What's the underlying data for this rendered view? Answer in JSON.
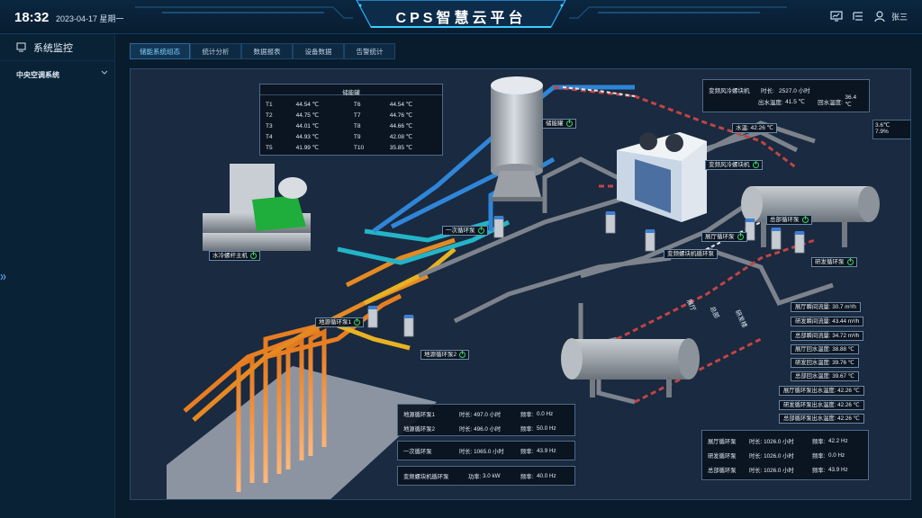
{
  "header": {
    "time": "18:32",
    "date": "2023-04-17 星期一",
    "title": "CPS智慧云平台",
    "user": "张三"
  },
  "sidebar": {
    "title": "系统监控",
    "items": [
      {
        "label": "中央空调系统"
      }
    ]
  },
  "tabs": [
    {
      "label": "储能系统组态",
      "active": true
    },
    {
      "label": "统计分析",
      "active": false
    },
    {
      "label": "数据报表",
      "active": false
    },
    {
      "label": "设备数据",
      "active": false
    },
    {
      "label": "告警统计",
      "active": false
    }
  ],
  "tank_table": {
    "title": "储能罐",
    "rows": [
      {
        "l1": "T1",
        "v1": "44.54 ℃",
        "l2": "T6",
        "v2": "44.54 ℃"
      },
      {
        "l1": "T2",
        "v1": "44.75 ℃",
        "l2": "T7",
        "v2": "44.76 ℃"
      },
      {
        "l1": "T3",
        "v1": "44.01 ℃",
        "l2": "T8",
        "v2": "44.66 ℃"
      },
      {
        "l1": "T4",
        "v1": "44.93 ℃",
        "l2": "T9",
        "v2": "42.08 ℃"
      },
      {
        "l1": "T5",
        "v1": "41.99 ℃",
        "l2": "T10",
        "v2": "35.85 ℃"
      }
    ]
  },
  "vfd_box": {
    "name": "变频风冷螺块机",
    "dur_label": "时长:",
    "dur_value": "2527.0 小时",
    "out_label": "出水温度:",
    "out_value": "41.5 ℃",
    "ret_label": "回水温度:",
    "ret_value": "36.4 ℃"
  },
  "clipped_values": {
    "a": "3.6℃",
    "b": "7.9%"
  },
  "equipment_tags": {
    "storage_tank": "储能罐",
    "water_temp": "水温: 42.26 ℃",
    "vfd_unit": "变频风冷螺块机",
    "main_pump": "总部循环泵",
    "hall_pump": "展厅循环泵",
    "vfd_pump": "变频螺块机循环泵",
    "rd_pump": "研发循环泵",
    "primary_pump": "一次循环泵",
    "chiller": "水冷螺杆主机",
    "ground_pump1": "地源循环泵1",
    "ground_pump2": "地源循环泵2"
  },
  "branch_labels": [
    "展厅",
    "总部",
    "研发楼"
  ],
  "datapoints": [
    "展厅瞬间流量: 30.7 m³/h",
    "研发瞬间流量: 43.44 m³/h",
    "总部瞬间流量: 34.72 m³/h",
    "展厅回水温度: 38.88 ℃",
    "研发回水温度: 39.76 ℃",
    "总部回水温度: 39.67 ℃",
    "展厅循环泵出水温度: 42.26 ℃",
    "研发循环泵出水温度: 42.26 ℃",
    "总部循环泵出水温度: 42.26 ℃"
  ],
  "ground_box": {
    "rows": [
      {
        "name": "地源循环泵1",
        "dur": "时长:  497.0 小时",
        "freq": "频率:",
        "fval": "0.0 Hz"
      },
      {
        "name": "地源循环泵2",
        "dur": "时长:  496.0 小时",
        "freq": "频率:",
        "fval": "50.0 Hz"
      }
    ]
  },
  "primary_box": {
    "name": "一次循环泵",
    "dur": "时长:  1065.0 小时",
    "freq": "频率:",
    "fval": "43.9 Hz"
  },
  "vfdpump_box": {
    "name": "变频螺块机循环泵",
    "dur": "功率:",
    "dval": "3.0 kW",
    "freq": "频率:",
    "fval": "40.0 Hz"
  },
  "right_box": {
    "rows": [
      {
        "name": "展厅循环泵",
        "dur": "时长:  1026.0 小时",
        "freq": "频率:",
        "fval": "42.2 Hz"
      },
      {
        "name": "研发循环泵",
        "dur": "时长:  1026.0 小时",
        "freq": "频率:",
        "fval": "0.0 Hz"
      },
      {
        "name": "总部循环泵",
        "dur": "时长:  1026.0 小时",
        "freq": "频率:",
        "fval": "43.9 Hz"
      }
    ]
  },
  "colors": {
    "accent": "#2b8cff",
    "bg": "#1a2a40",
    "power_on": "#3fcf6a",
    "hot_pipe": "#e07820",
    "cold_pipe": "#2f86d8"
  }
}
